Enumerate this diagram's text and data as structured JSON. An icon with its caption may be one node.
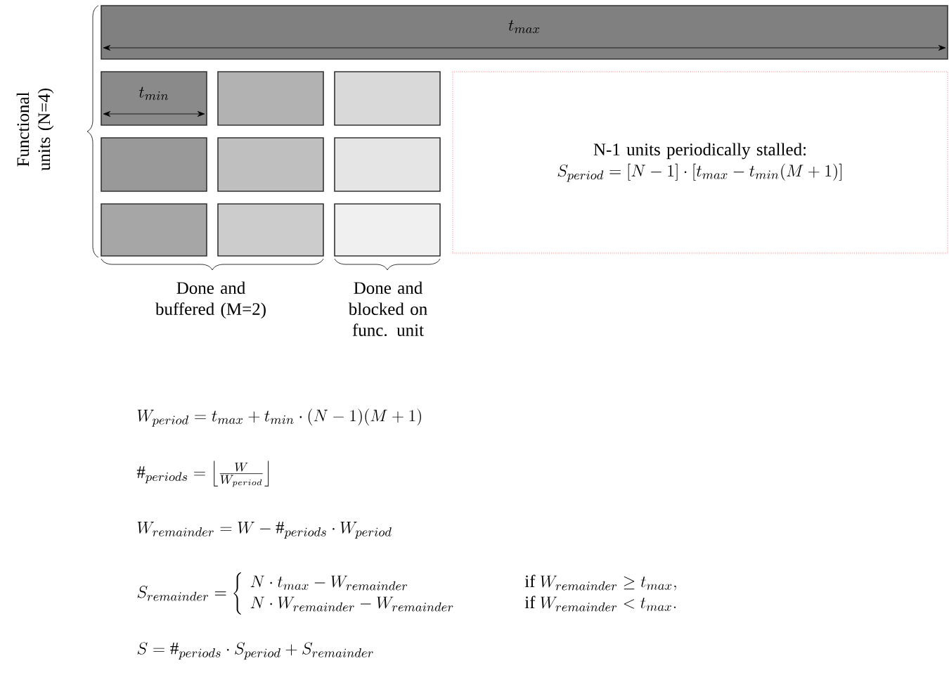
{
  "diagram": {
    "nodes": [
      {
        "text": [
          "t_{max}"
        ]
      },
      {
        "text": [
          "t_{min}"
        ]
      },
      {
        "text": [],
        "shape": "box"
      },
      {
        "text": [],
        "shape": "box"
      },
      {
        "text": [],
        "shape": "box"
      },
      {
        "text": [],
        "shape": "box"
      },
      {
        "text": [],
        "shape": "box"
      },
      {
        "text": [],
        "shape": "box"
      },
      {
        "text": [],
        "shape": "box"
      },
      {
        "text": [],
        "shape": "box"
      },
      {
        "text": [
          "N-1 units periodically stalled:",
          "S_{period} = [N-1]\\cdot[t_{max}-t_{min}(M+1)]"
        ]
      }
    ],
    "labels": [
      "Functional units (N=4)",
      "Done and buffered (M=2)",
      "Done and blocked on func. unit",
      "W_{period} = t_{max} + t_{min}\\cdot(N-1)(M+1)",
      "\\#_{periods} = \\left\\lfloor \\frac{W}{W_{period}} \\right\\rfloor",
      "W_{remainder} = W - \\#_{periods}\\cdot W_{period}",
      "S_{remainder} = \\left\\{\\begin{array}{l@{\\qquad\\qquad}l} N\\cdot t_{max} - W_{remainder} & \\mbox{if } W_{remainder}\\geq t_{max}, \\\\ N\\cdot W_{remainder} - W_{remainder} & \\mbox{if } W_{remainder} < t_{max}. \\end{array}\\right.",
      "S = \\#_{periods}\\cdot S_{period} + S_{remainder}"
    ]
  }
}
